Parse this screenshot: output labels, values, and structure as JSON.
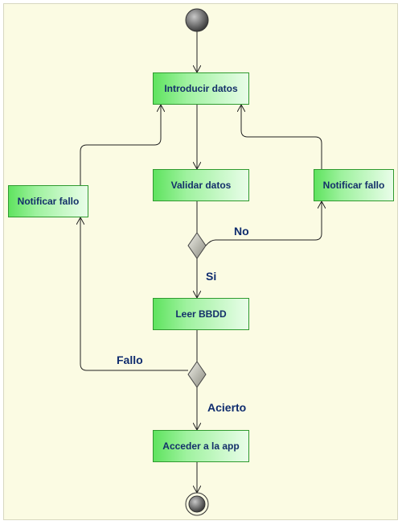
{
  "diagram": {
    "nodes": {
      "introducir": "Introducir datos",
      "validar": "Validar datos",
      "notificar_izq": "Notificar fallo",
      "notificar_der": "Notificar fallo",
      "leer": "Leer BBDD",
      "acceder": "Acceder a la app"
    },
    "edge_labels": {
      "no": "No",
      "si": "Si",
      "fallo": "Fallo",
      "acierto": "Acierto"
    }
  },
  "colors": {
    "node_border": "#2f9a2f",
    "node_fill_start": "#5fe35f",
    "text": "#14306a",
    "background": "#fbfbe3"
  }
}
